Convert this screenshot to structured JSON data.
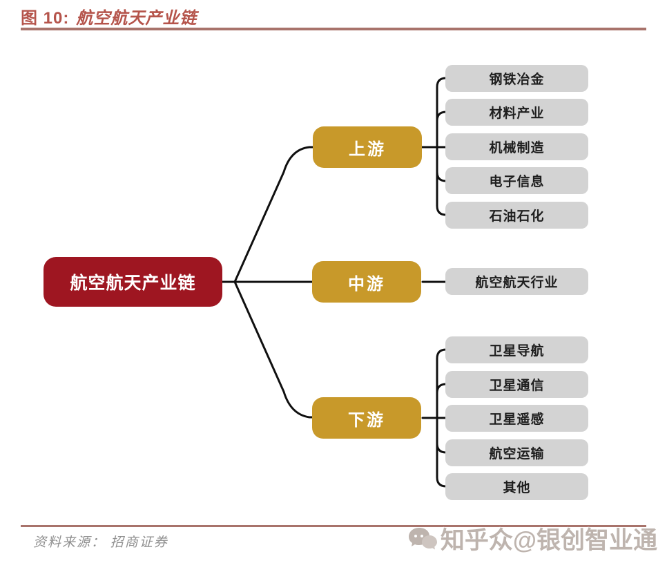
{
  "header": {
    "label": "图 10:",
    "title": "航空航天产业链"
  },
  "diagram": {
    "root": {
      "label": "航空航天产业链"
    },
    "stages": [
      {
        "label": "上游",
        "children": [
          "钢铁冶金",
          "材料产业",
          "机械制造",
          "电子信息",
          "石油石化"
        ]
      },
      {
        "label": "中游",
        "children": [
          "航空航天行业"
        ]
      },
      {
        "label": "下游",
        "children": [
          "卫星导航",
          "卫星通信",
          "卫星遥感",
          "航空运输",
          "其他"
        ]
      }
    ]
  },
  "footer": {
    "source": "资料来源： 招商证券"
  },
  "watermark": {
    "icon": "chat-bubbles-icon",
    "text": "知乎众@银创智业通"
  },
  "colors": {
    "root_red": "#9e1621",
    "stage_gold": "#c8992a",
    "leaf_gray": "#d3d3d3",
    "rule_brick": "#a8736b",
    "title_red": "#b5544b",
    "connector_black": "#101010"
  }
}
